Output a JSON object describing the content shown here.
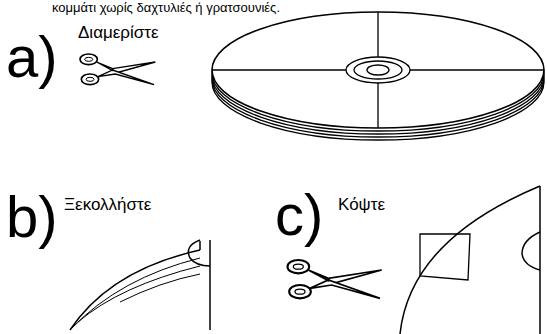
{
  "diagram": {
    "labels": [
      "κομμάτι χωρίς δαχτυλιές ή γρατσουνιές.",
      "a)",
      "Διαμερίστε",
      "b)",
      "Ξεκολλήστε",
      "c)",
      "Κόψτε"
    ]
  }
}
